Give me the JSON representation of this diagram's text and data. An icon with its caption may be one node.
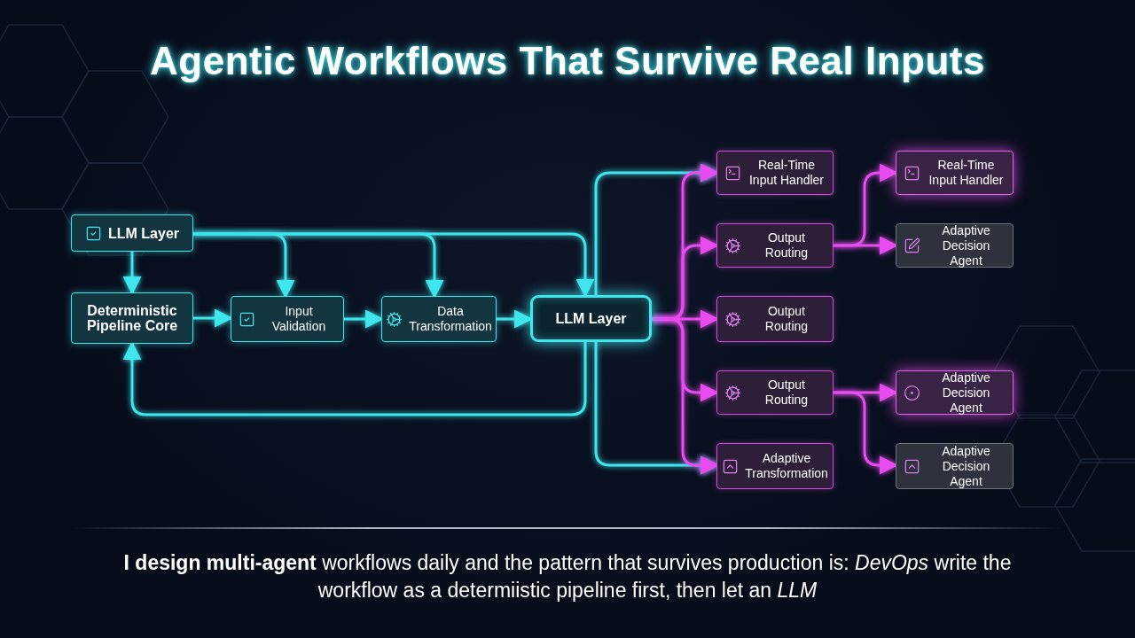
{
  "diagram": {
    "title": "Agentic Workflows That Survive Real Inputs",
    "caption": "**I design multi-agent** workflows daily and the pattern that survives production is: *DevOps* write the workflow as a determiistic pipeline first, then let an *LLM*",
    "nodes": [
      {
        "text": [
          "LLM Layer"
        ]
      },
      {
        "text": [
          "Deterministic Pipeline Core"
        ]
      },
      {
        "text": [
          "Input Validation"
        ]
      },
      {
        "text": [
          "Data Transformation"
        ]
      },
      {
        "text": [
          "LLM Layer"
        ]
      },
      {
        "text": [
          "Real-Time Input Handler"
        ]
      },
      {
        "text": [
          "Output Routing"
        ]
      },
      {
        "text": [
          "Output Routing"
        ]
      },
      {
        "text": [
          "Output Routing"
        ]
      },
      {
        "text": [
          "Adaptive Transformation"
        ]
      },
      {
        "text": [
          "Real-Time Input Handler"
        ]
      },
      {
        "text": [
          "Adaptive Decision Agent"
        ]
      },
      {
        "text": [
          "Adaptive Decision Agent"
        ]
      },
      {
        "text": [
          "Adaptive Decision Agent"
        ]
      }
    ],
    "edges": [
      {
        "from": 0,
        "to": 1,
        "arrow": "to"
      },
      {
        "from": 0,
        "to": 2,
        "arrow": "to"
      },
      {
        "from": 0,
        "to": 3,
        "arrow": "to"
      },
      {
        "from": 0,
        "to": 4,
        "arrow": "to"
      },
      {
        "from": 1,
        "to": 2,
        "arrow": "to"
      },
      {
        "from": 2,
        "to": 3,
        "arrow": "to"
      },
      {
        "from": 3,
        "to": 4,
        "arrow": "to"
      },
      {
        "from": 4,
        "to": 1,
        "arrow": "to"
      },
      {
        "from": 4,
        "to": 5,
        "arrow": "to"
      },
      {
        "from": 4,
        "to": 9,
        "arrow": "to"
      },
      {
        "from": 4,
        "to": 5,
        "arrow": "to",
        "color": "#e84cf0"
      },
      {
        "from": 4,
        "to": 6,
        "arrow": "to",
        "color": "#e84cf0"
      },
      {
        "from": 4,
        "to": 7,
        "arrow": "to",
        "color": "#e84cf0"
      },
      {
        "from": 4,
        "to": 8,
        "arrow": "to",
        "color": "#e84cf0"
      },
      {
        "from": 4,
        "to": 9,
        "arrow": "to",
        "color": "#e84cf0"
      },
      {
        "from": 6,
        "to": 10,
        "arrow": "to",
        "color": "#e84cf0"
      },
      {
        "from": 6,
        "to": 11,
        "arrow": "to",
        "color": "#e84cf0"
      },
      {
        "from": 8,
        "to": 12,
        "arrow": "to",
        "color": "#e84cf0"
      },
      {
        "from": 8,
        "to": 13,
        "arrow": "to",
        "color": "#e84cf0"
      }
    ]
  }
}
